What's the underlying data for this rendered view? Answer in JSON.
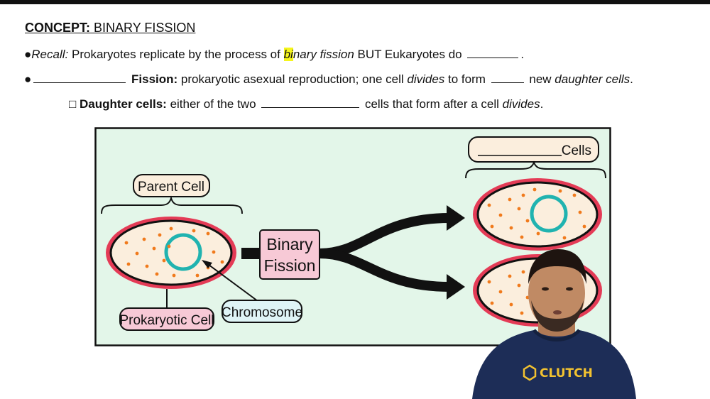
{
  "title": {
    "prefix": "CONCEPT:",
    "text": "BINARY FISSION"
  },
  "recall": {
    "bullet": "●",
    "label": "Recall:",
    "text_a": "Prokaryotes replicate by the process of ",
    "italic_hl": "bi",
    "italic_rest": "nary fission",
    "text_b": " BUT Eukaryotes do ",
    "end": "."
  },
  "fission": {
    "bullet": "●",
    "label": "Fission:",
    "text_a": "prokaryotic asexual reproduction; one cell ",
    "italic_a": "divides",
    "text_b": " to form ",
    "text_c": " new ",
    "italic_b": "daughter cells",
    "end": "."
  },
  "daughter": {
    "checkbox": "□",
    "label": "Daughter cells:",
    "text_a": "either of the two ",
    "text_b": " cells that form after a cell ",
    "italic": "divides",
    "end": "."
  },
  "diagram": {
    "parent_label": "Parent Cell",
    "cells_label": "Cells",
    "process_line1": "Binary",
    "process_line2": "Fission",
    "prokaryotic_label": "Prokaryotic Cell",
    "chromosome_label": "Chromosome"
  },
  "presenter": {
    "shirt_text": "CLUTCH"
  },
  "colors": {
    "diagram_bg": "#e3f6e9",
    "cell_fill": "#fbeedd",
    "cell_membrane": "#e43b56",
    "chromosome": "#20b3b0",
    "ribosome": "#f07a1c",
    "process_box": "#f7c9d6",
    "chromosome_label_bg": "#dff4f6",
    "shirt": "#1d2d57"
  }
}
